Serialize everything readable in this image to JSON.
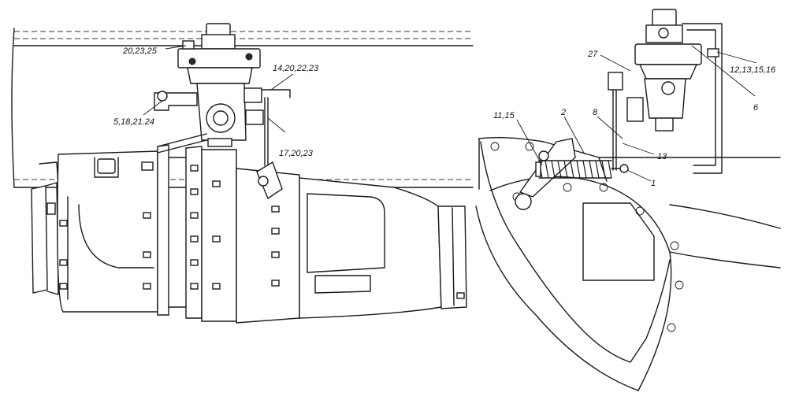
{
  "labels": {
    "l1": "20,23,25",
    "l2": "14,20,22,23",
    "l3": "5,18,21.24",
    "l4": "17,20,23",
    "l5": "27",
    "l6": "12,13,15,16",
    "l7": "6",
    "l8": "11,15",
    "l9": "2",
    "l10": "8",
    "l11": "13",
    "l12": "1"
  }
}
